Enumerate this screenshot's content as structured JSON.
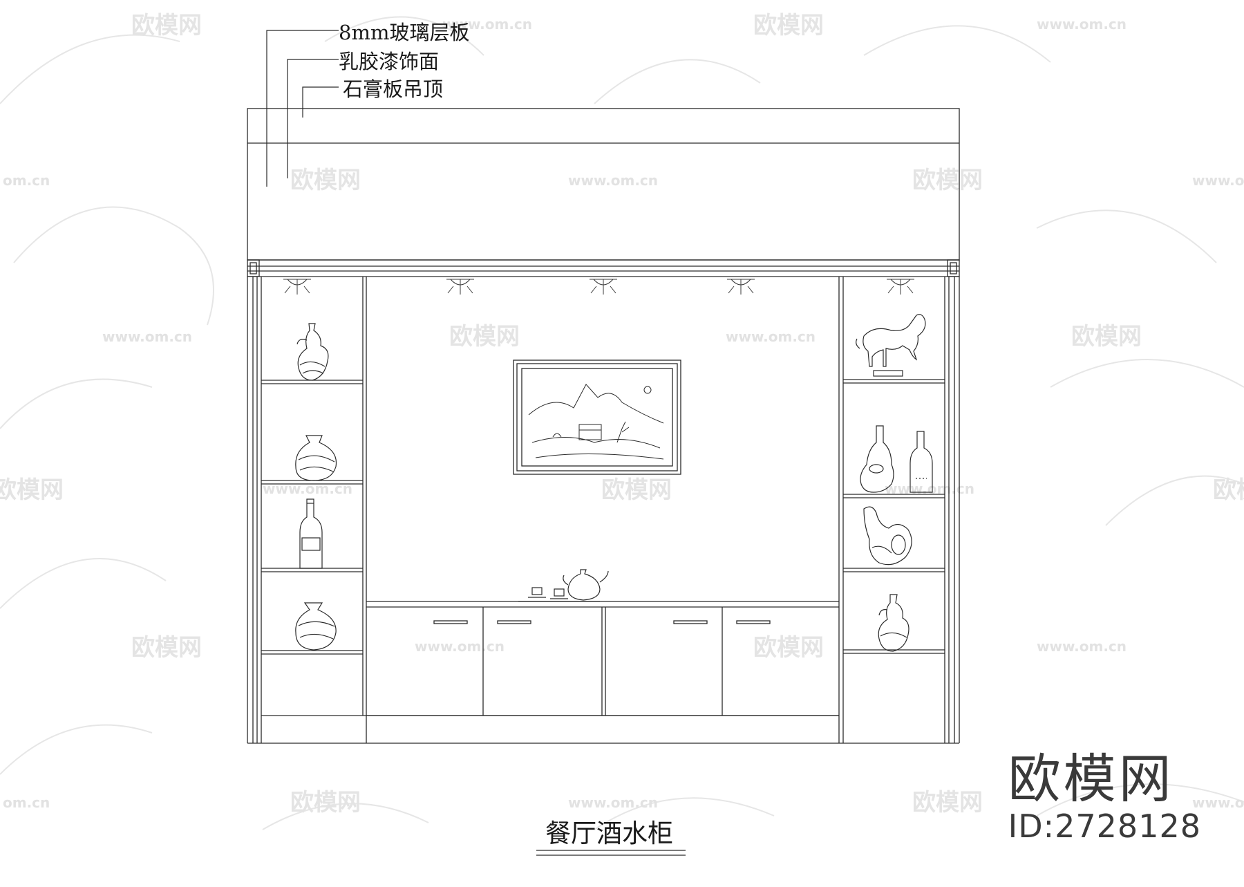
{
  "drawing": {
    "title": "餐厅酒水柜",
    "annotations": [
      {
        "id": "glass",
        "text": "8mm玻璃层板"
      },
      {
        "id": "latex",
        "text": "乳胶漆饰面"
      },
      {
        "id": "ceiling",
        "text": "石膏板吊顶"
      }
    ]
  },
  "watermark": {
    "brand": "欧模网",
    "url": "www.om.cn",
    "url_fragment": "om.cn",
    "id_label": "ID:2728128"
  }
}
